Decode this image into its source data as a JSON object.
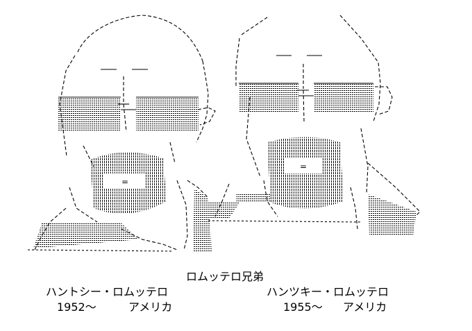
{
  "title": "ロムッテロ兄弟",
  "people": [
    {
      "name": "ハントシー・ロムッテロ",
      "year": "1952〜",
      "country": "アメリカ"
    },
    {
      "name": "ハンツキー・ロムッテロ",
      "year": "1955〜",
      "country": "アメリカ"
    }
  ]
}
